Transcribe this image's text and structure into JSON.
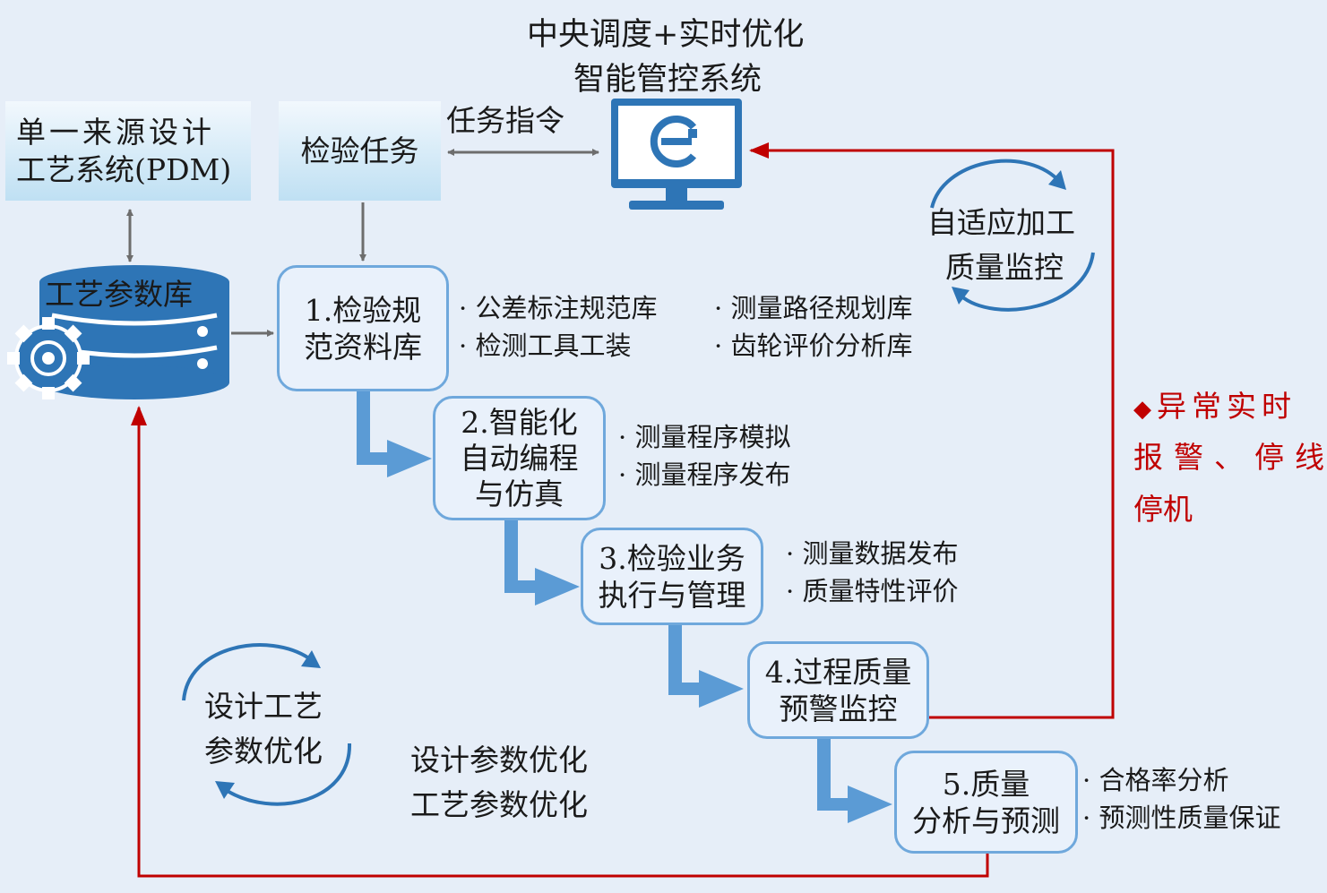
{
  "header": {
    "line1": "中央调度+实时优化",
    "line2": "智能管控系统"
  },
  "sources": {
    "pdm": {
      "line1": "单一来源设计",
      "line2": "工艺系统(PDM)"
    },
    "task": "检验任务",
    "command": "任务指令"
  },
  "database": {
    "label": "工艺参数库"
  },
  "steps": [
    {
      "line1": "1.检验规",
      "line2": "范资料库",
      "bullets": [
        "公差标注规范库",
        "检测工具工装"
      ],
      "bullets2": [
        "测量路径规划库",
        "齿轮评价分析库"
      ]
    },
    {
      "line1": "2.智能化",
      "line2": "自动编程",
      "line3": "与仿真",
      "bullets": [
        "测量程序模拟",
        "测量程序发布"
      ]
    },
    {
      "line1": "3.检验业务",
      "line2": "执行与管理",
      "bullets": [
        "测量数据发布",
        "质量特性评价"
      ]
    },
    {
      "line1": "4.过程质量",
      "line2": "预警监控"
    },
    {
      "line1": "5.质量",
      "line2": "分析与预测",
      "bullets": [
        "合格率分析",
        "预测性质量保证"
      ]
    }
  ],
  "cycles": {
    "adaptive": {
      "line1": "自适应加工",
      "line2": "质量监控"
    },
    "design": {
      "line1": "设计工艺",
      "line2": "参数优化"
    }
  },
  "optimization": {
    "line1": "设计参数优化",
    "line2": "工艺参数优化"
  },
  "alarm": {
    "marker": "◆",
    "line1": "异常实时",
    "line2": "报警、停线",
    "line3": "停机"
  },
  "colors": {
    "accent": "#2e75b6",
    "box_border": "#6fa8dc",
    "flow_arrow": "#5b9bd5",
    "alarm": "#c00000",
    "background": "#e6eef8"
  }
}
